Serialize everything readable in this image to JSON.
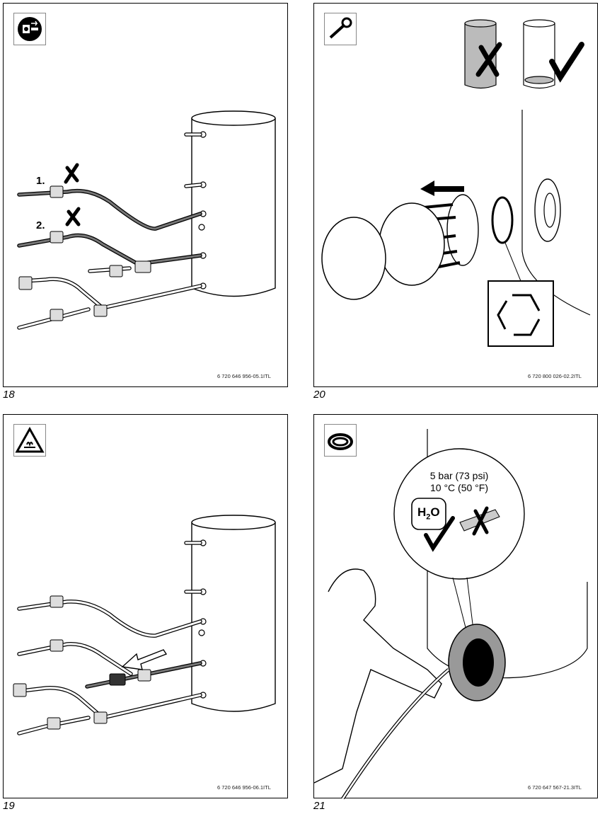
{
  "figures": [
    {
      "number": "18",
      "code": "6 720 646 956-05.1ITL",
      "icon": "disconnect-power-icon",
      "steps": [
        "1.",
        "2."
      ]
    },
    {
      "number": "20",
      "code": "6 720 800 026-02.2ITL",
      "icon": "wrench-icon"
    },
    {
      "number": "19",
      "code": "6 720 646 956-06.1ITL",
      "icon": "hot-surface-warning-icon"
    },
    {
      "number": "21",
      "code": "6 720 647 567-21.3ITL",
      "icon": "hose-icon",
      "bubble": {
        "line1": "5 bar (73 psi)",
        "line2": "10 °C (50 °F)",
        "h2o_main": "H",
        "h2o_sub": "2",
        "h2o_end": "O"
      }
    }
  ]
}
